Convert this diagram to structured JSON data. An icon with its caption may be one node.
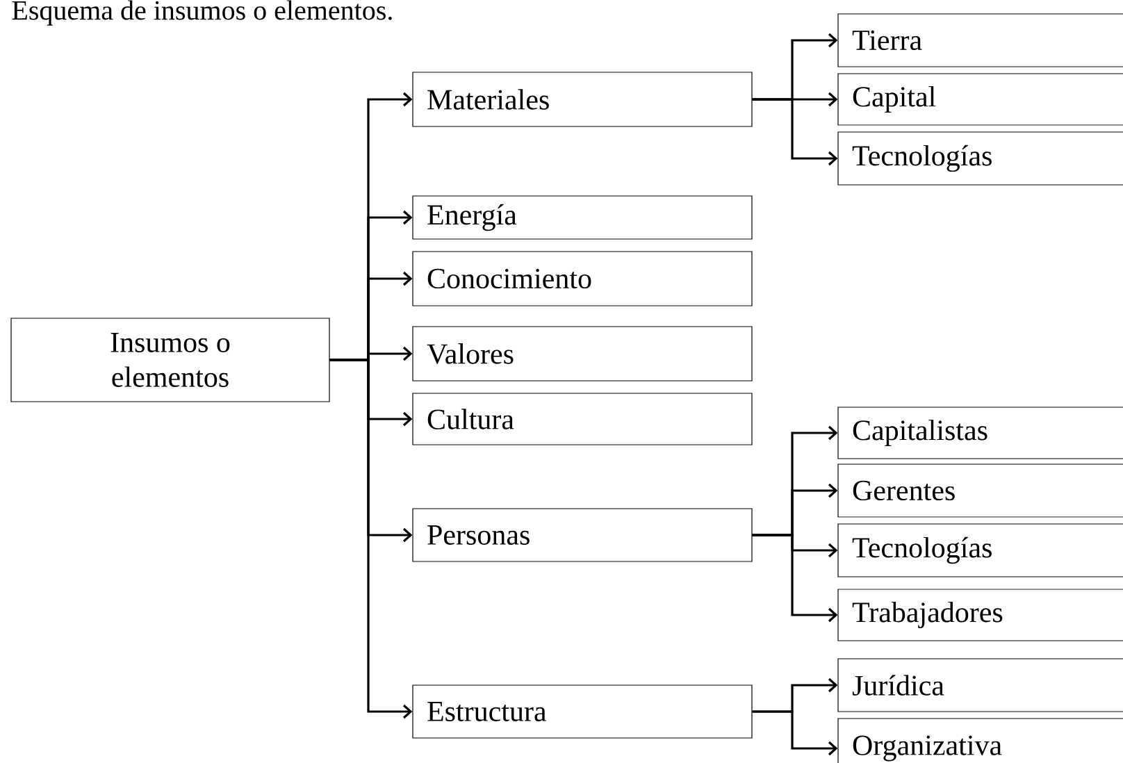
{
  "diagram": {
    "title": "Esquema de insumos o elementos.",
    "nodes": [
      {
        "text": [
          "Insumos o elementos"
        ]
      },
      {
        "text": [
          "Materiales"
        ]
      },
      {
        "text": [
          "Energía"
        ]
      },
      {
        "text": [
          "Conocimiento"
        ]
      },
      {
        "text": [
          "Valores"
        ]
      },
      {
        "text": [
          "Cultura"
        ]
      },
      {
        "text": [
          "Personas"
        ]
      },
      {
        "text": [
          "Estructura"
        ]
      },
      {
        "text": [
          "Tierra"
        ]
      },
      {
        "text": [
          "Capital"
        ]
      },
      {
        "text": [
          "Tecnologías"
        ]
      },
      {
        "text": [
          "Capitalistas"
        ]
      },
      {
        "text": [
          "Gerentes"
        ]
      },
      {
        "text": [
          "Tecnologías"
        ]
      },
      {
        "text": [
          "Trabajadores"
        ]
      },
      {
        "text": [
          "Jurídica"
        ]
      },
      {
        "text": [
          "Organizativa"
        ]
      }
    ],
    "edges": [
      {
        "from": 0,
        "to": 1,
        "arrow": "to"
      },
      {
        "from": 0,
        "to": 2,
        "arrow": "to"
      },
      {
        "from": 0,
        "to": 3,
        "arrow": "to"
      },
      {
        "from": 0,
        "to": 4,
        "arrow": "to"
      },
      {
        "from": 0,
        "to": 5,
        "arrow": "to"
      },
      {
        "from": 0,
        "to": 6,
        "arrow": "to"
      },
      {
        "from": 0,
        "to": 7,
        "arrow": "to"
      },
      {
        "from": 1,
        "to": 8,
        "arrow": "to"
      },
      {
        "from": 1,
        "to": 9,
        "arrow": "to"
      },
      {
        "from": 1,
        "to": 10,
        "arrow": "to"
      },
      {
        "from": 6,
        "to": 11,
        "arrow": "to"
      },
      {
        "from": 6,
        "to": 12,
        "arrow": "to"
      },
      {
        "from": 6,
        "to": 13,
        "arrow": "to"
      },
      {
        "from": 6,
        "to": 14,
        "arrow": "to"
      },
      {
        "from": 7,
        "to": 15,
        "arrow": "to"
      },
      {
        "from": 7,
        "to": 16,
        "arrow": "to"
      }
    ]
  }
}
